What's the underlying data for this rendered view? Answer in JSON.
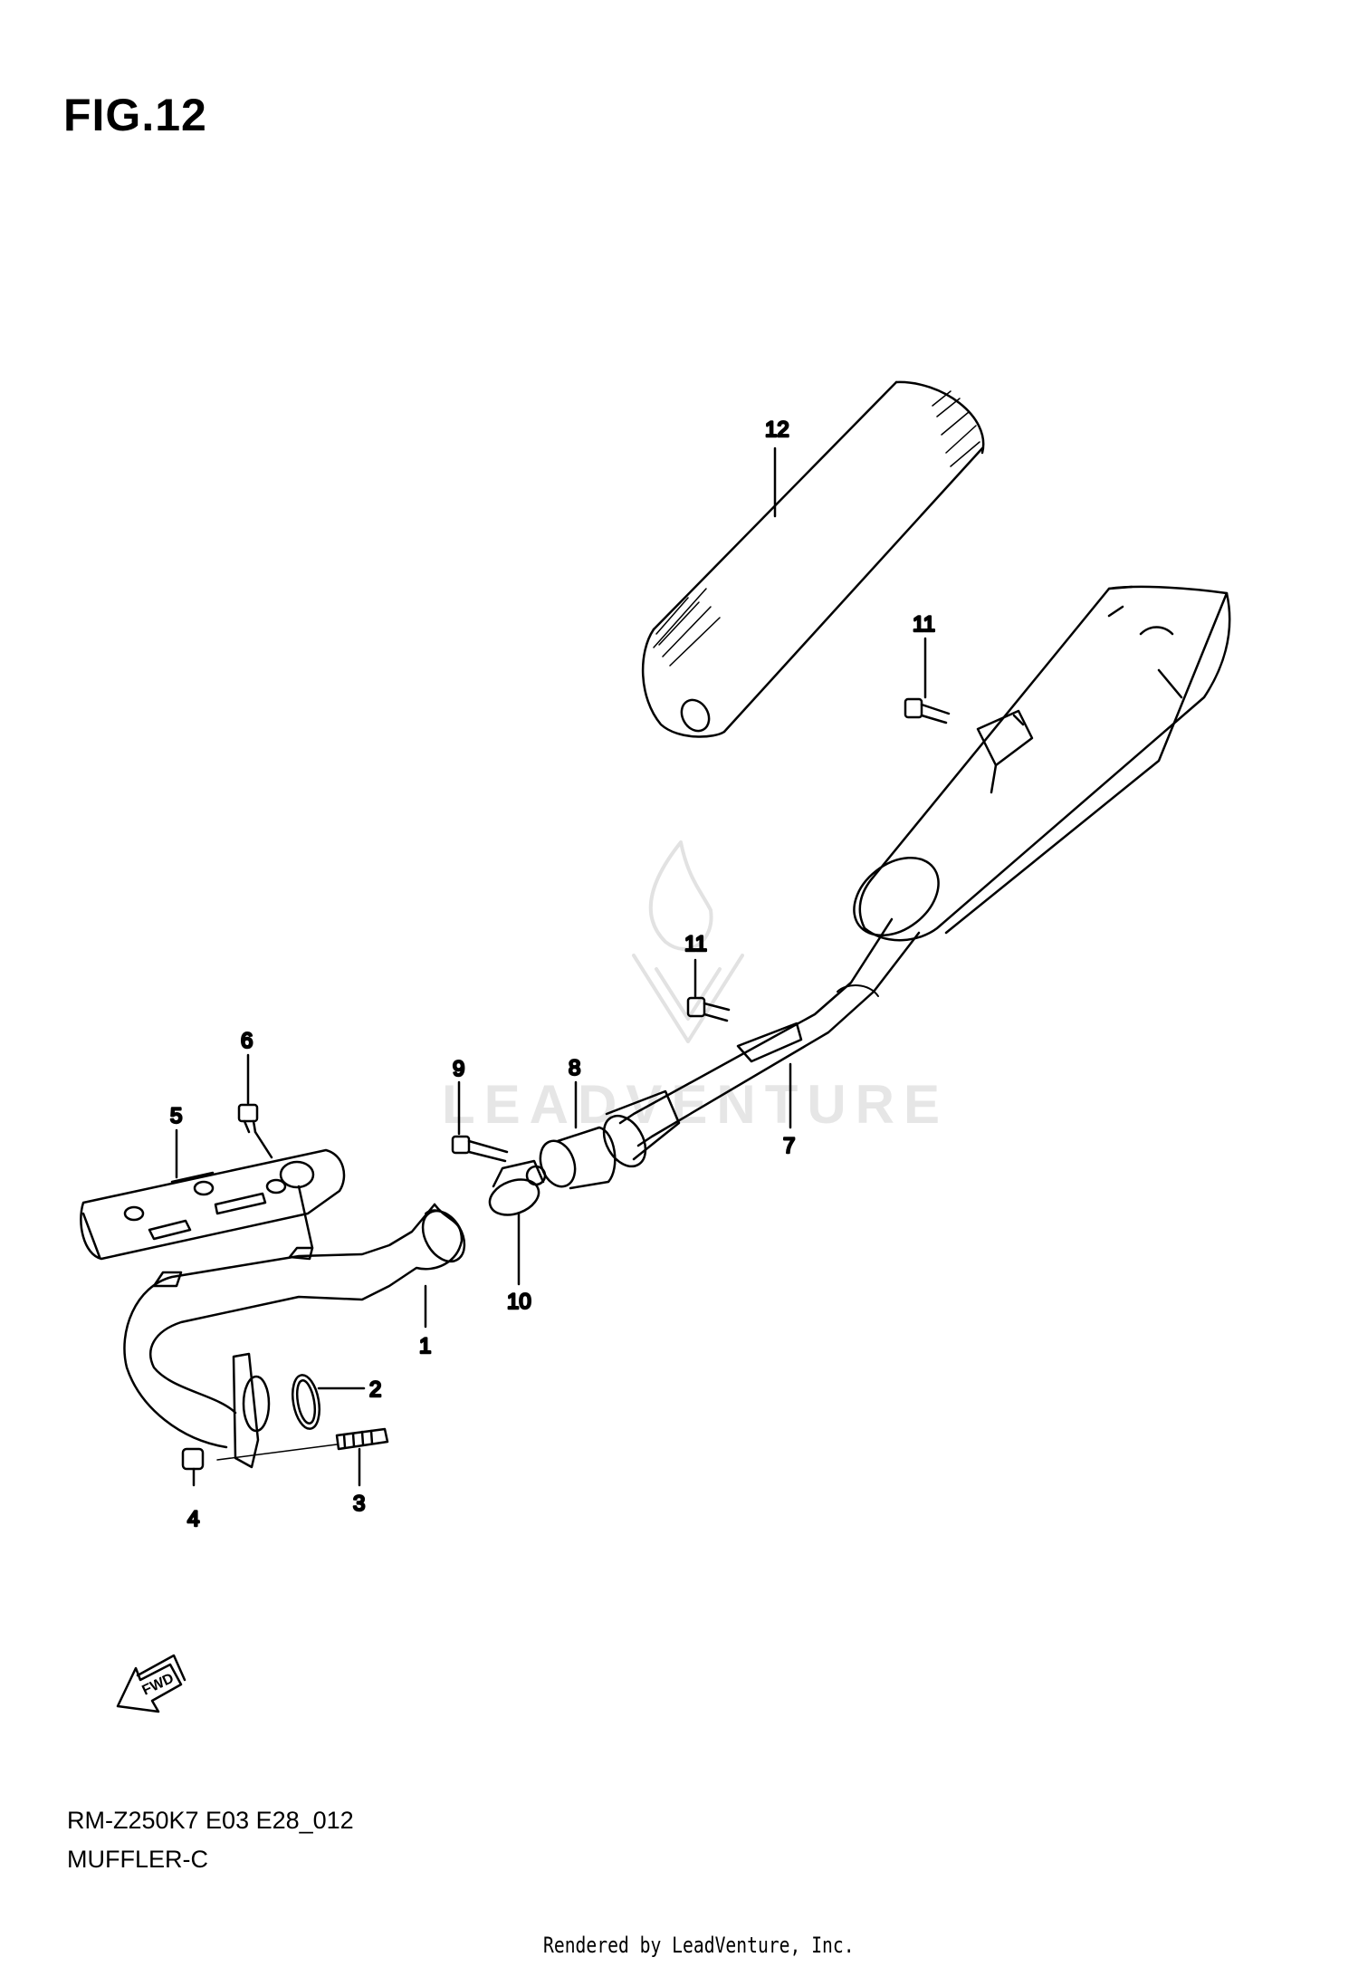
{
  "figure": {
    "title": "FIG.12",
    "code": "RM-Z250K7 E03 E28_012",
    "name": "MUFFLER-C",
    "rendered_by": "Rendered by LeadVenture, Inc.",
    "watermark": "LEADVENTURE",
    "forward_marker": "FWD"
  },
  "callouts": {
    "c1": "1",
    "c2": "2",
    "c3": "3",
    "c4": "4",
    "c5": "5",
    "c6": "6",
    "c7": "7",
    "c8": "8",
    "c9": "9",
    "c10": "10",
    "c11a": "11",
    "c11b": "11",
    "c12": "12"
  },
  "icons": {
    "watermark_logo": "flame-v-logo-icon",
    "forward": "fwd-arrow-icon"
  }
}
